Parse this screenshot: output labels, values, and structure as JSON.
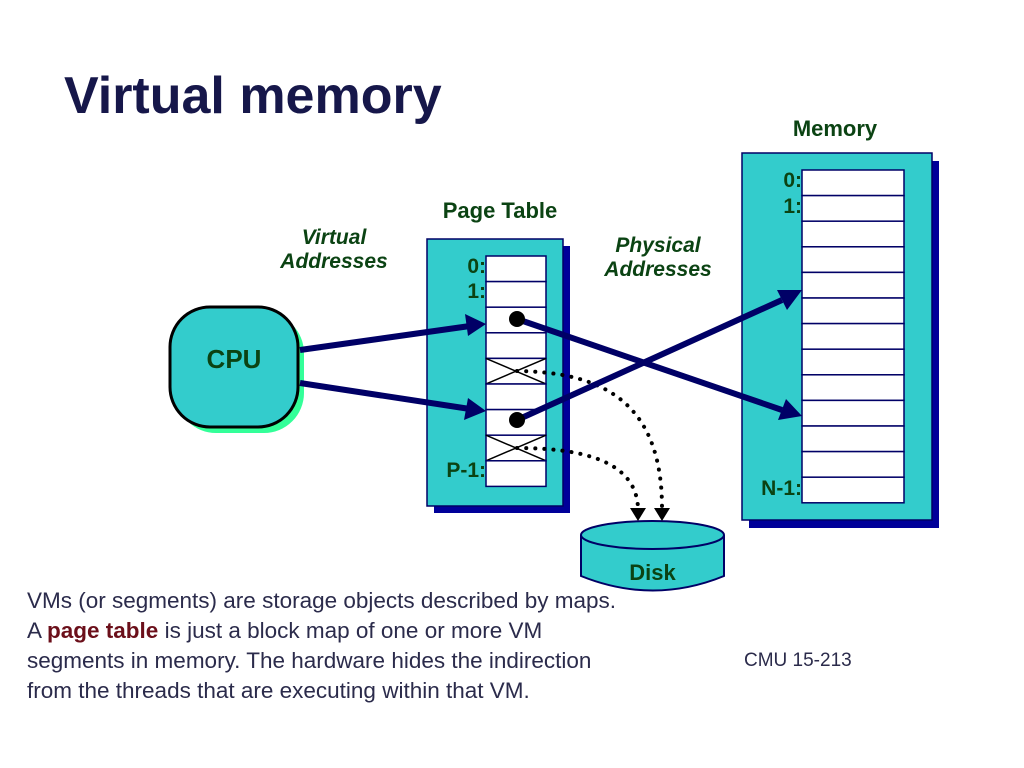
{
  "slide": {
    "title": "Virtual memory",
    "footer": "CMU 15-213"
  },
  "diagram": {
    "cpu": {
      "label": "CPU"
    },
    "virtual_addresses_label": [
      "Virtual",
      "Addresses"
    ],
    "physical_addresses_label": [
      "Physical",
      "Addresses"
    ],
    "page_table": {
      "title": "Page Table",
      "row_labels": {
        "first": "0:",
        "second": "1:",
        "last": "P-1:"
      },
      "entries": [
        "empty",
        "empty",
        "mapped",
        "empty",
        "on-disk",
        "empty",
        "mapped",
        "on-disk",
        "empty"
      ]
    },
    "memory": {
      "title": "Memory",
      "row_labels": {
        "first": "0:",
        "second": "1:",
        "last": "N-1:"
      },
      "row_count": 13
    },
    "disk": {
      "label": "Disk"
    },
    "mappings": [
      {
        "from": "CPU",
        "to_page_table_row": 2
      },
      {
        "from": "CPU",
        "to_page_table_row": 6
      },
      {
        "from_page_table_row": 2,
        "to_memory_row": 9
      },
      {
        "from_page_table_row": 6,
        "to_memory_row": 4
      },
      {
        "from_page_table_row": 4,
        "to": "Disk"
      },
      {
        "from_page_table_row": 7,
        "to": "Disk"
      }
    ],
    "colors": {
      "box_fill": "#33cccc",
      "box_shadow": "#000099",
      "cpu_shadow": "#33ff99",
      "arrow": "#000066",
      "label_green": "#0b4313",
      "title_navy": "#16174a"
    }
  },
  "description": {
    "part1": "VMs (or segments) are storage objects described by maps.   A ",
    "highlight": "page table",
    "part2": " is just a block map of one or more VM segments in memory.  The hardware hides the indirection from the threads that are executing within that VM."
  }
}
